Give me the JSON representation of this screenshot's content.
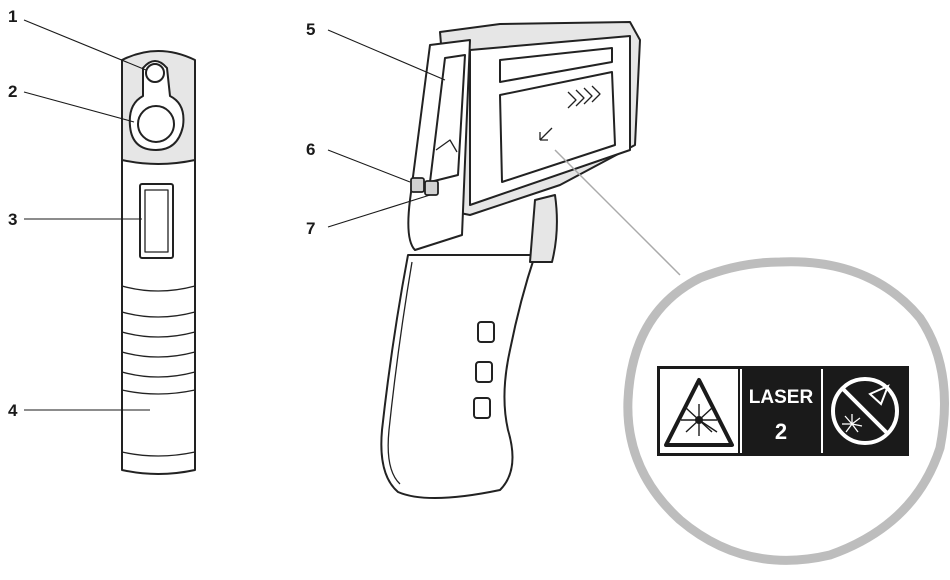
{
  "callouts": [
    {
      "number": "1"
    },
    {
      "number": "2"
    },
    {
      "number": "3"
    },
    {
      "number": "4"
    },
    {
      "number": "5"
    },
    {
      "number": "6"
    },
    {
      "number": "7"
    }
  ],
  "laser_label": {
    "word": "LASER",
    "class_number": "2"
  },
  "colors": {
    "ink": "#222222",
    "label_background": "#1a1a1a",
    "magnifier_ring": "#bdbdbd"
  }
}
